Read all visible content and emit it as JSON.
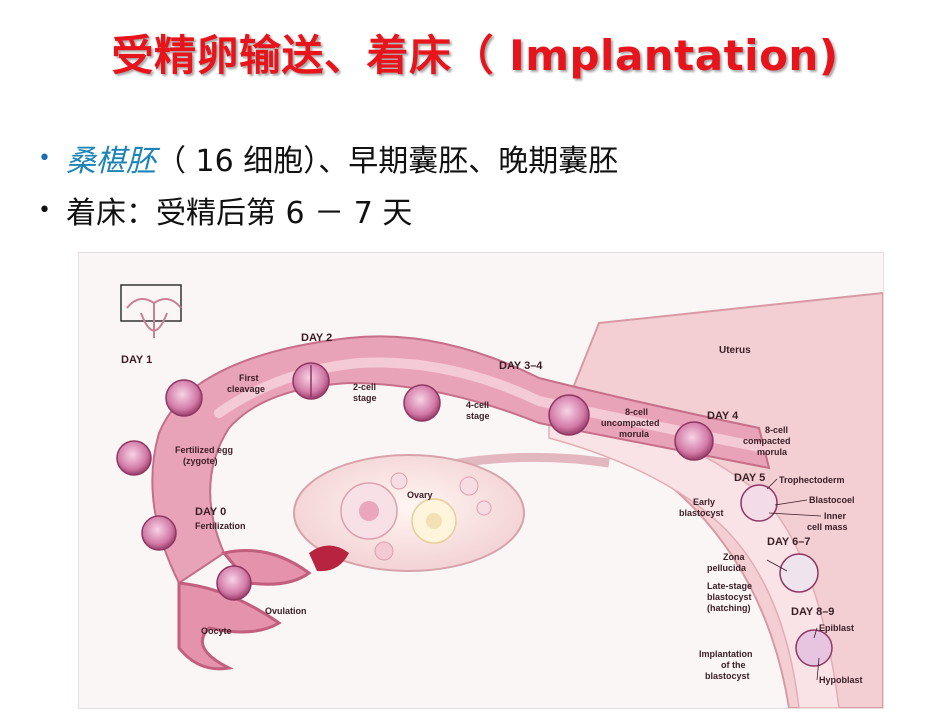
{
  "slide": {
    "title": "受精卵输送、着床（ Implantation)",
    "bullets": [
      {
        "term": "桑椹胚",
        "rest": "（ 16 细胞）、早期囊胚、晚期囊胚"
      },
      {
        "term": "",
        "rest": "着床：受精后第 6 － 7 天"
      }
    ]
  },
  "figure": {
    "labels": {
      "uterus": "Uterus",
      "day1": "DAY 1",
      "day2": "DAY 2",
      "day34": "DAY 3–4",
      "day0": "DAY 0",
      "day4": "DAY 4",
      "day5": "DAY 5",
      "day67": "DAY 6–7",
      "day89": "DAY 8–9",
      "first_cleavage_1": "First",
      "first_cleavage_2": "cleavage",
      "two_cell_1": "2-cell",
      "two_cell_2": "stage",
      "four_cell_1": "4-cell",
      "four_cell_2": "stage",
      "uncompacted_1": "8-cell",
      "uncompacted_2": "uncompacted",
      "uncompacted_3": "morula",
      "compacted_1": "8-cell",
      "compacted_2": "compacted",
      "compacted_3": "morula",
      "fertilized_1": "Fertilized egg",
      "fertilized_2": "(zygote)",
      "fertilization": "Fertilization",
      "ovary": "Ovary",
      "ovulation": "Ovulation",
      "oocyte": "Oocyte",
      "early_blast_1": "Early",
      "early_blast_2": "blastocyst",
      "trophectoderm": "Trophectoderm",
      "blastocoel": "Blastocoel",
      "inner_1": "Inner",
      "inner_2": "cell mass",
      "zona_1": "Zona",
      "zona_2": "pellucida",
      "late_1": "Late-stage",
      "late_2": "blastocyst",
      "late_3": "(hatching)",
      "epiblast": "Epiblast",
      "hypoblast": "Hypoblast",
      "implant_1": "Implantation",
      "implant_2": "of the",
      "implant_3": "blastocyst"
    }
  }
}
